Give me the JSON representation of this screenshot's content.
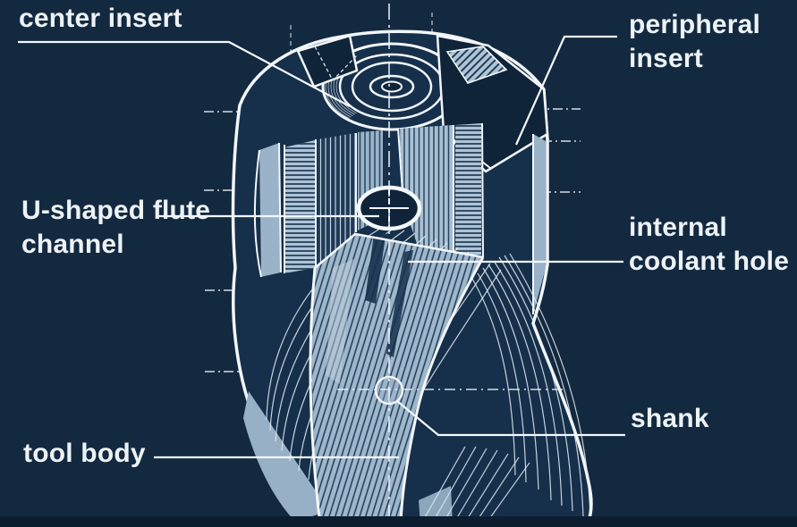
{
  "figure": {
    "type": "technical-diagram",
    "subject": "cutaway blueprint illustration of an indexable insert drill (U-drill)"
  },
  "labels": [
    {
      "id": "center-insert",
      "text": "center insert"
    },
    {
      "id": "peripheral-insert",
      "text": "peripheral insert"
    },
    {
      "id": "u-shaped-flute-channel",
      "text": "U-shaped flute channel"
    },
    {
      "id": "internal-coolant-hole",
      "text": "internal coolant hole"
    },
    {
      "id": "shank",
      "text": "shank"
    },
    {
      "id": "tool-body",
      "text": "tool body"
    }
  ],
  "colors": {
    "background": "#13293F",
    "line_white": "#F2F6FA",
    "steel_light": "#9AB3C8",
    "steel_lighter": "#AEC4D6",
    "body_dark": "#16304B",
    "pocket_dark": "#0F2438",
    "text": "#EDF2F6",
    "bottom_strip": "#0C1D30"
  }
}
